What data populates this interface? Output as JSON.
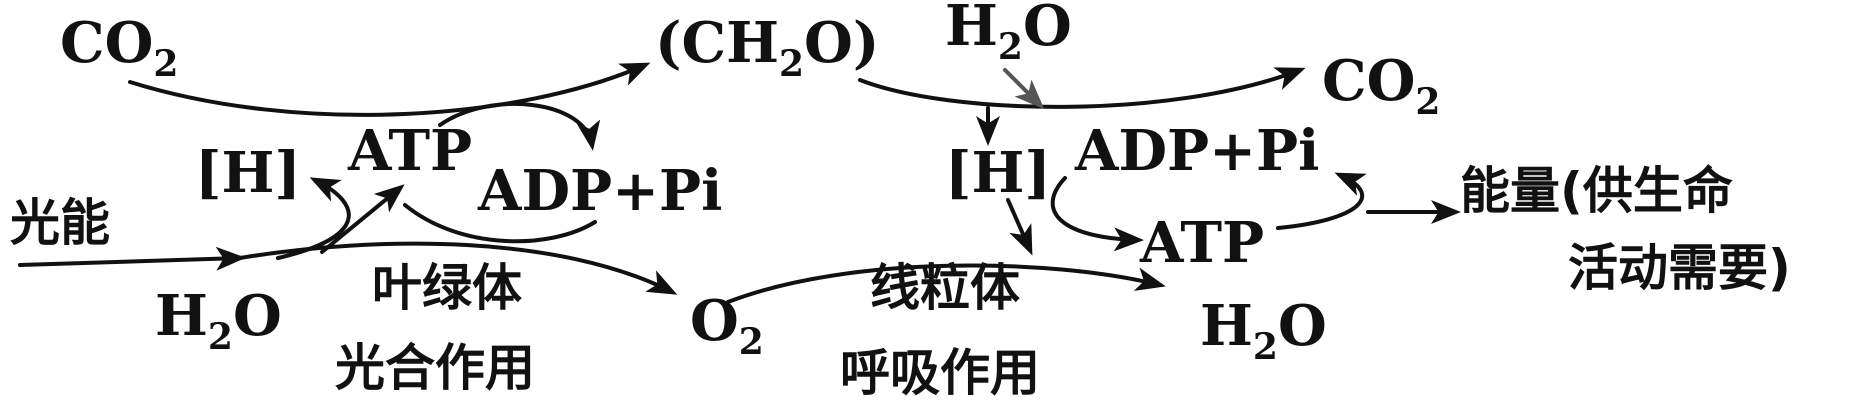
{
  "labels": {
    "co2_left": "CO",
    "co2_left_sub": "2",
    "ch2o_a": "(CH",
    "ch2o_sub": "2",
    "ch2o_b": "O)",
    "h2o_top": "H",
    "h2o_top_sub": "2",
    "h2o_top_b": "O",
    "co2_right": "CO",
    "co2_right_sub": "2",
    "h_left": "[H]",
    "atp_left": "ATP",
    "adp_left": "ADP+Pi",
    "light_energy": "光能",
    "h2o_bottom_left": "H",
    "h2o_bottom_left_sub": "2",
    "h2o_bottom_left_b": "O",
    "chloroplast": "叶绿体",
    "photosynthesis": "光合作用",
    "o2": "O",
    "o2_sub": "2",
    "mitochondria": "线粒体",
    "respiration": "呼吸作用",
    "h_right": "[H]",
    "adp_right": "ADP+Pi",
    "atp_right": "ATP",
    "h2o_bottom_right": "H",
    "h2o_bottom_right_sub": "2",
    "h2o_bottom_right_b": "O",
    "energy_line1": "能量(供生命",
    "energy_line2": "活动需要)"
  },
  "colors": {
    "ink": "#111111",
    "gray_arrow": "#555555",
    "background": "#ffffff"
  }
}
